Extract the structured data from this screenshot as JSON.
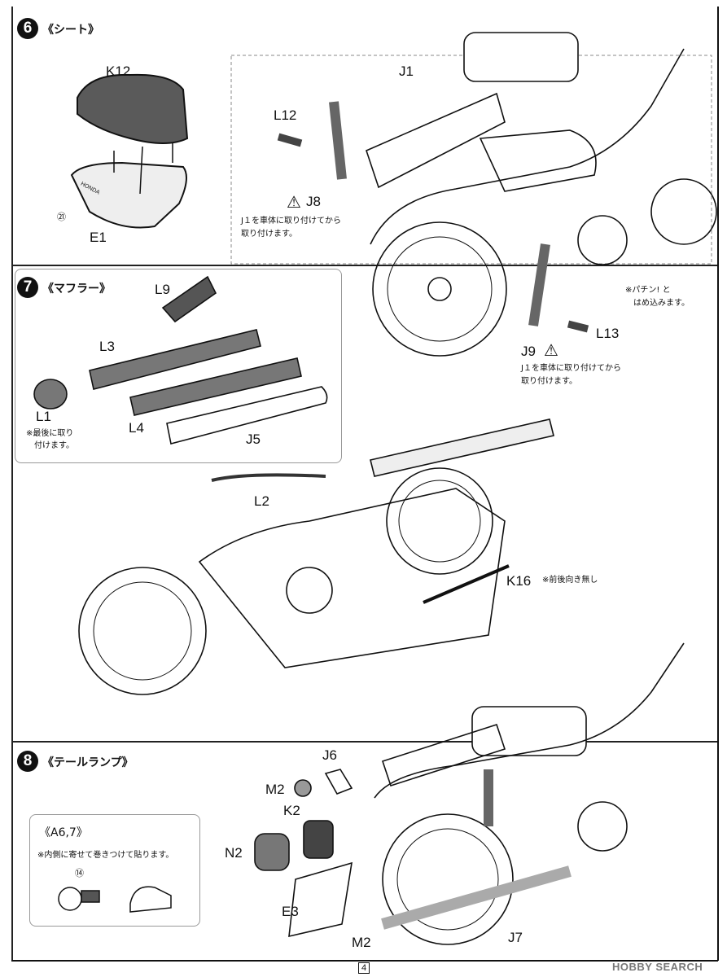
{
  "steps": {
    "seat": {
      "number": "6",
      "title": "《シート》"
    },
    "muffler": {
      "number": "7",
      "title": "《マフラー》"
    },
    "taillamp": {
      "number": "8",
      "title": "《テールランプ》"
    }
  },
  "parts": {
    "k12": "K12",
    "e1": "E1",
    "j1": "J1",
    "l12": "L12",
    "j8": "J8",
    "j9": "J9",
    "l13": "L13",
    "l9": "L9",
    "l3": "L3",
    "l1": "L1",
    "l4": "L4",
    "j5": "J5",
    "l2": "L2",
    "k16": "K16",
    "j6": "J6",
    "m2_top": "M2",
    "k2": "K2",
    "n2": "N2",
    "e3": "E3",
    "m2_bottom": "M2",
    "j7": "J7"
  },
  "decals": {
    "seat_decal": "㉑",
    "tail_decal": "⑭",
    "brand_on_seat": "HONDA"
  },
  "notes": {
    "j8_note_1": "J１を車体に取り付けてから",
    "j8_note_2": "取り付けます。",
    "j9_note_1": "J１を車体に取り付けてから",
    "j9_note_2": "取り付けます。",
    "snap_note_1": "※パチン! と",
    "snap_note_2": "はめ込みます。",
    "l1_note_1": "※最後に取り",
    "l1_note_2": "付けます。",
    "k16_note": "※前後向き無し",
    "a67_title": "《A6,7》",
    "a67_note": "※内側に寄せて巻きつけて貼ります。"
  },
  "footer": {
    "page_number": "4",
    "watermark": "HOBBY SEARCH"
  },
  "colors": {
    "ink": "#111111",
    "seat_fill": "#5a5a5a",
    "part_fill": "#8a8a8a"
  }
}
